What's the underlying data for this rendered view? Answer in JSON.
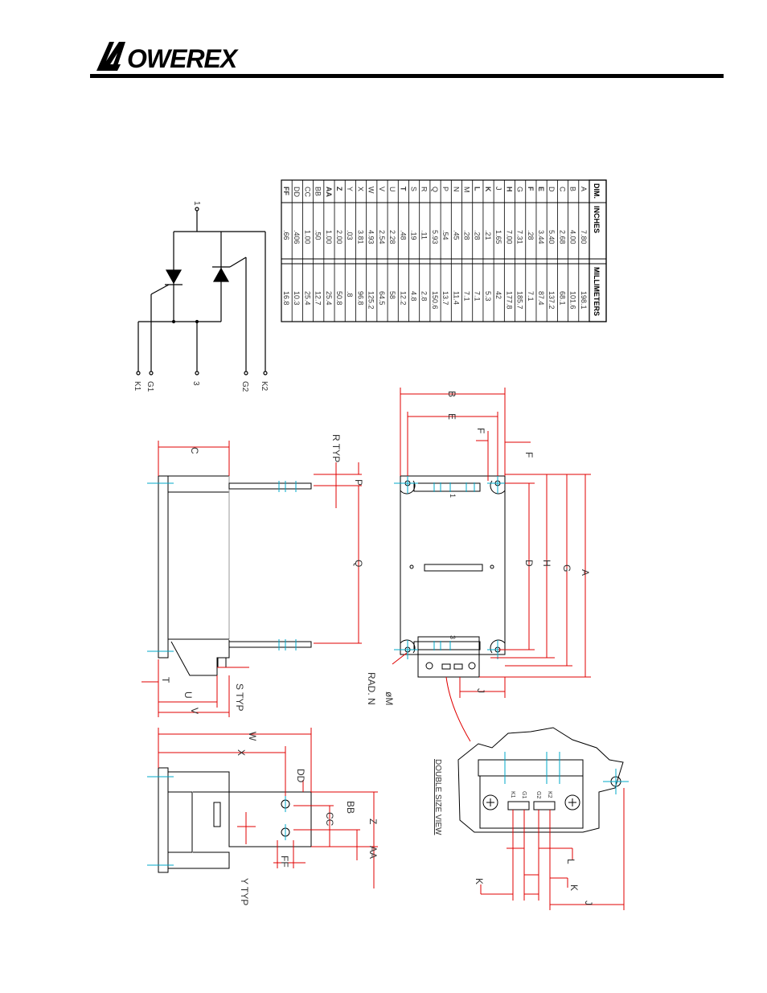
{
  "header": {
    "brand": "POWEREX",
    "brand_color": "#000000"
  },
  "colors": {
    "dimension": "#e00000",
    "centerline": "#00a8c8",
    "outline": "#000000",
    "text": "#333333"
  },
  "dimension_table": {
    "headers": [
      "DIM.",
      "INCHES",
      "MILLIMETERS"
    ],
    "rows": [
      {
        "dim": "A",
        "inches": "7.80",
        "mm": "198.1"
      },
      {
        "dim": "B",
        "inches": "4.00",
        "mm": "101.6"
      },
      {
        "dim": "C",
        "inches": "2.68",
        "mm": "68.1"
      },
      {
        "dim": "D",
        "inches": "5.40",
        "mm": "137.2"
      },
      {
        "dim": "E",
        "inches": "3.44",
        "mm": "87.4"
      },
      {
        "dim": "F",
        "inches": ".28",
        "mm": "7.1"
      },
      {
        "dim": "G",
        "inches": "7.31",
        "mm": "185.7"
      },
      {
        "dim": "H",
        "inches": "7.00",
        "mm": "177.8"
      },
      {
        "dim": "J",
        "inches": "1.65",
        "mm": "42"
      },
      {
        "dim": "K",
        "inches": ".21",
        "mm": "5.3"
      },
      {
        "dim": "L",
        "inches": ".28",
        "mm": "7.1"
      },
      {
        "dim": "M",
        "inches": ".28",
        "mm": "7.1"
      },
      {
        "dim": "N",
        "inches": ".45",
        "mm": "11.4"
      },
      {
        "dim": "P",
        "inches": ".54",
        "mm": "13.7"
      },
      {
        "dim": "Q",
        "inches": "5.93",
        "mm": "150.6"
      },
      {
        "dim": "R",
        "inches": ".11",
        "mm": "2.8"
      },
      {
        "dim": "S",
        "inches": ".19",
        "mm": "4.8"
      },
      {
        "dim": "T",
        "inches": ".48",
        "mm": "12.2"
      },
      {
        "dim": "U",
        "inches": "2.28",
        "mm": "58"
      },
      {
        "dim": "V",
        "inches": "2.54",
        "mm": "64.5"
      },
      {
        "dim": "W",
        "inches": "4.93",
        "mm": "125.2"
      },
      {
        "dim": "X",
        "inches": "3.81",
        "mm": "96.8"
      },
      {
        "dim": "Y",
        "inches": ".03",
        "mm": ".8"
      },
      {
        "dim": "Z",
        "inches": "2.00",
        "mm": "50.8"
      },
      {
        "dim": "AA",
        "inches": "1.00",
        "mm": "25.4"
      },
      {
        "dim": "BB",
        "inches": ".50",
        "mm": "12.7"
      },
      {
        "dim": "CC",
        "inches": "1.00",
        "mm": "25.4"
      },
      {
        "dim": "DD",
        "inches": ".406",
        "mm": "10.3"
      },
      {
        "dim": "FF",
        "inches": ".66",
        "mm": "16.8"
      }
    ]
  },
  "schematic": {
    "terminals": [
      "1",
      "K1",
      "G1",
      "3",
      "G2",
      "K2"
    ]
  },
  "drawing_labels": {
    "side_view": {
      "C": "C",
      "R_typ": "R TYP",
      "P": "P",
      "Q": "Q",
      "T": "T",
      "U": "U",
      "V": "V",
      "S_typ": "S TYP"
    },
    "top_view": {
      "B": "B",
      "E": "E",
      "F1": "F",
      "F2": "F",
      "D": "D",
      "H": "H",
      "G": "G",
      "A": "A",
      "J": "J",
      "rad_n": "RAD. N",
      "phi_m": "øM",
      "t1": "1",
      "t3": "3"
    },
    "end_view": {
      "W": "W",
      "X": "X",
      "DD": "DD",
      "BB": "BB",
      "CC": "CC",
      "Z": "Z",
      "AA": "AA",
      "FF": "FF",
      "Y_typ": "Y TYP"
    },
    "detail_view": {
      "title": "DOUBLE SIZE VIEW",
      "L": "L",
      "K1": "K",
      "K2": "K",
      "J": "J",
      "k1": "K1",
      "g1": "G1",
      "g2": "G2",
      "k2": "K2"
    }
  }
}
